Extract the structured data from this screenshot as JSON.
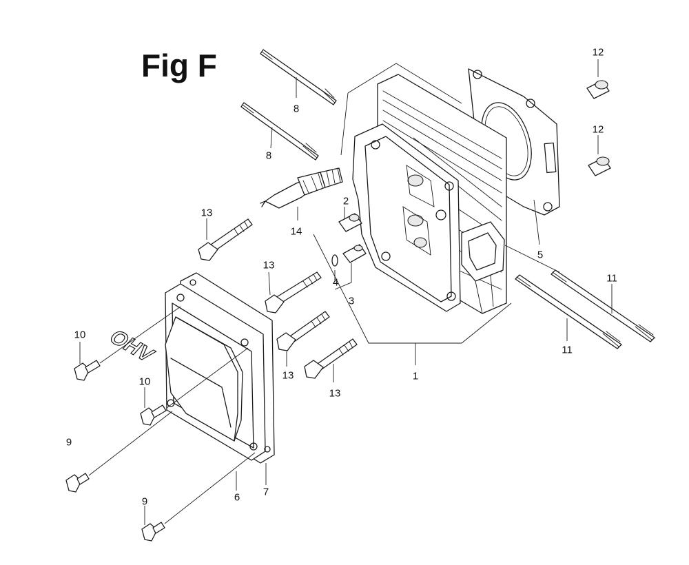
{
  "figure": {
    "title": "Fig F"
  },
  "callouts": {
    "c1": "1",
    "c2": "2",
    "c3": "3",
    "c4": "4",
    "c5": "5",
    "c6": "6",
    "c7": "7",
    "c8a": "8",
    "c8b": "8",
    "c9a": "9",
    "c9b": "9",
    "c10a": "10",
    "c10b": "10",
    "c11a": "11",
    "c11b": "11",
    "c12a": "12",
    "c12b": "12",
    "c13a": "13",
    "c13b": "13",
    "c13c": "13",
    "c13d": "13",
    "c14": "14"
  },
  "parts": {
    "rocker_cover_lettering": "OHV"
  }
}
